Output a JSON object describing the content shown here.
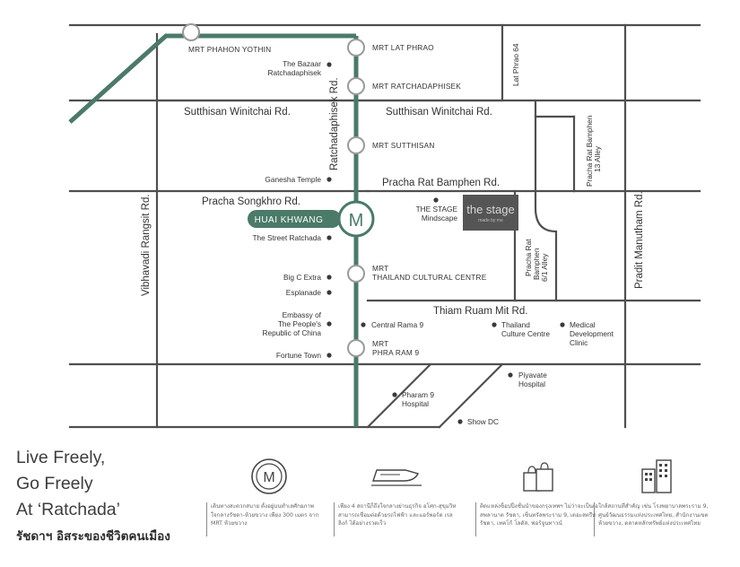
{
  "colors": {
    "mrt_line": "#4a7a68",
    "road": "#4f4f4f",
    "badge": "#4a7a68",
    "stage_bg": "#555555",
    "text": "#333333"
  },
  "roads": {
    "sutthisan_left": "Sutthisan Winitchai Rd.",
    "sutthisan_right": "Sutthisan Winitchai Rd.",
    "pracha_rat_bamphen": "Pracha Rat Bamphen Rd.",
    "pracha_songkhro": "Pracha Songkhro Rd.",
    "thiam_ruam_mit": "Thiam Ruam Mit Rd.",
    "ratchadaphisek": "Ratchadaphisek Rd.",
    "vibhavadi": "Vibhavadi Rangsit Rd.",
    "pradit_manutham": "Pradit Manutham Rd.",
    "lat_phrao_64": "Lat Phrao 64",
    "pracha_rat_bamphen_13_l1": "Pracha Rat Bamphen",
    "pracha_rat_bamphen_13_l2": "13 Alley",
    "pracha_rat_bamphen_6_l1": "Pracha Rat",
    "pracha_rat_bamphen_6_l2": "Bamphen",
    "pracha_rat_bamphen_6_l3": "6/1 Alley"
  },
  "stations": {
    "phahon_yothin": "MRT PHAHON YOTHIN",
    "lat_phrao": "MRT LAT PHRAO",
    "ratchadaphisek": "MRT RATCHADAPHISEK",
    "sutthisan": "MRT SUTTHISAN",
    "huai_khwang": "HUAI KHWANG",
    "huai_khwang_icon": "M",
    "cultural_l1": "MRT",
    "cultural_l2": "THAILAND CULTURAL CENTRE",
    "phra_ram9_l1": "MRT",
    "phra_ram9_l2": "PHRA RAM 9"
  },
  "pois": {
    "bazaar_l1": "The Bazaar",
    "bazaar_l2": "Ratchadaphisek",
    "ganesha": "Ganesha Temple",
    "street_ratchada": "The Street Ratchada",
    "big_c": "Big C Extra",
    "esplanade": "Esplanade",
    "embassy_l1": "Embassy of",
    "embassy_l2": "The People's",
    "embassy_l3": "Republic of China",
    "fortune": "Fortune Town",
    "stage_mindscape_l1": "THE STAGE",
    "stage_mindscape_l2": "Mindscape",
    "stage_logo": "the stage",
    "stage_logo_sub": "made by me",
    "central_rama9": "Central Rama 9",
    "thailand_culture_l1": "Thailand",
    "thailand_culture_l2": "Culture Centre",
    "medical_l1": "Medical",
    "medical_l2": "Development",
    "medical_l3": "Clinic",
    "piyavate_l1": "Piyavate",
    "piyavate_l2": "Hospital",
    "pharam9_l1": "Pharam 9",
    "pharam9_l2": "Hospital",
    "show_dc": "Show DC"
  },
  "tagline": {
    "line1": "Live Freely,",
    "line2": "Go Freely",
    "line3": "At ‘Ratchada’",
    "thai": "รัชดาฯ อิสระของชีวิตคนเมือง"
  },
  "features": [
    {
      "icon": "mrt-icon",
      "icon_text": "M",
      "text": "เดินทางสะดวกสบาย ตั้งอยู่บนทำเลศักยภาพ ใจกลางรัชดา-ห้วยขวาง เพียง 300 เมตร จาก MRT ห้วยขวาง"
    },
    {
      "icon": "train-icon",
      "text": "เพียง 4 สถานีก็ถึงใจกลางย่านธุรกิจ อโศก-สุขุมวิท สามารถเชื่อมต่อด้วยรถไฟฟ้า และแอร์พอร์ต เรล ลิงก์ ได้อย่างรวดเร็ว"
    },
    {
      "icon": "shopping-bag-icon",
      "text": "ติดแหล่งช็อปปิ้งชั้นนำของกรุงเทพฯ ไม่ว่าจะเป็นเอสพลานาด รัชดา, เซ็นทรัลพระราม 9, เดอะสตรีท รัชดา, เทคโก้ โลตัส, ฟอร์จูนทาวน์"
    },
    {
      "icon": "building-icon",
      "text": "ใกล้สถานที่สำคัญ เช่น โรงพยาบาลพระราม 9, ศูนย์วัฒนธรรมแห่งประเทศไทย, สำนักงานเขตห้วยขวาง, ตลาดหลักทรัพย์แห่งประเทศไทย"
    }
  ]
}
